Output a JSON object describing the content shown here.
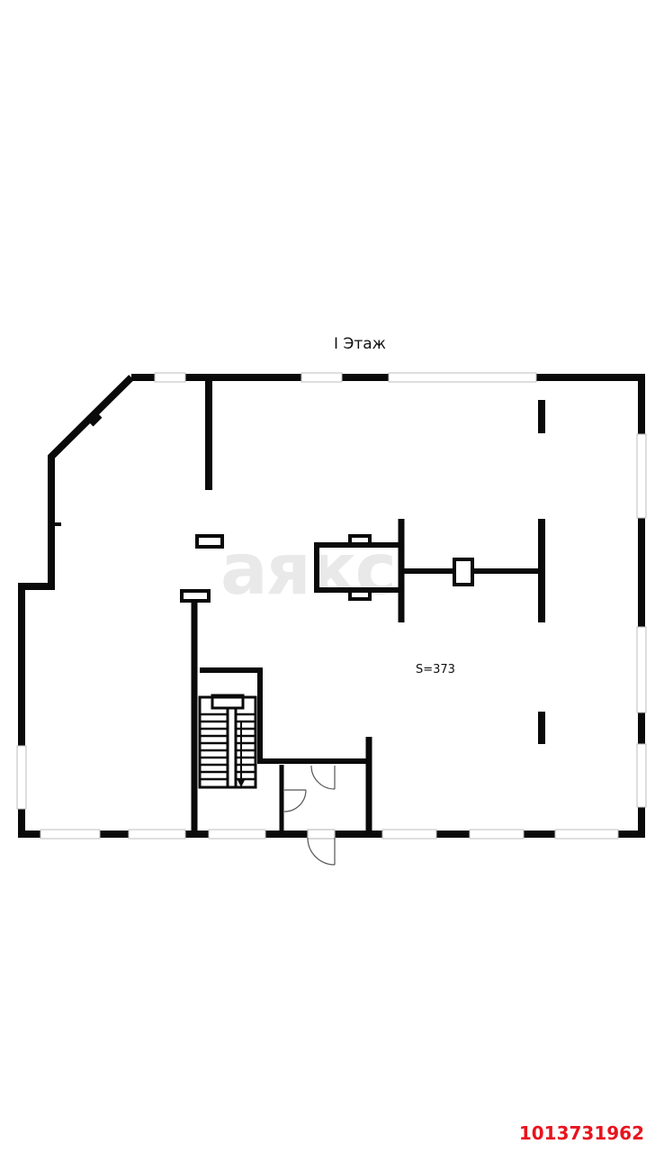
{
  "floor": {
    "title": "I Этаж",
    "area_label": "S=373"
  },
  "watermark": {
    "text": "аякс"
  },
  "listing": {
    "id": "1013731962"
  },
  "colors": {
    "wall": "#0a0a0a",
    "window": "#ffffff",
    "watermark": "#e9e9e9",
    "listing_id": "#e8141e"
  }
}
